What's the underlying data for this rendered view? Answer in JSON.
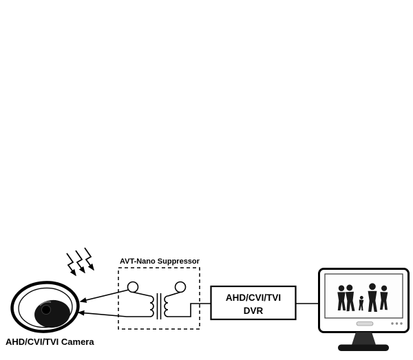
{
  "diagram": {
    "type": "wiring-diagram",
    "colors": {
      "line": "#000000",
      "background": "#ffffff",
      "silhouette": "#1a1a1a"
    },
    "labels": {
      "suppressor": "AVT-Nano Suppressor",
      "camera": "AHD/CVI/TVI Camera",
      "dvr_line1": "AHD/CVI/TVI",
      "dvr_line2": "DVR"
    },
    "nodes": [
      {
        "id": "camera",
        "kind": "dome-camera",
        "label": "AHD/CVI/TVI Camera"
      },
      {
        "id": "suppressor",
        "kind": "isolation-transformer-circuit",
        "label": "AVT-Nano Suppressor",
        "border": "dashed"
      },
      {
        "id": "dvr",
        "kind": "labeled-box",
        "label": "AHD/CVI/TVI DVR",
        "border": "solid"
      },
      {
        "id": "monitor",
        "kind": "display-showing-people",
        "label": ""
      }
    ],
    "connections": [
      {
        "from": "suppressor",
        "to": "camera",
        "style": "two-arrows-pointing-at-camera"
      },
      {
        "from": "suppressor",
        "to": "dvr",
        "style": "plain-wire"
      },
      {
        "from": "dvr",
        "to": "monitor",
        "style": "plain-wire"
      }
    ],
    "annotations": [
      {
        "id": "surge",
        "kind": "lightning-strike-arrows",
        "count": 3,
        "target": "camera"
      }
    ]
  }
}
